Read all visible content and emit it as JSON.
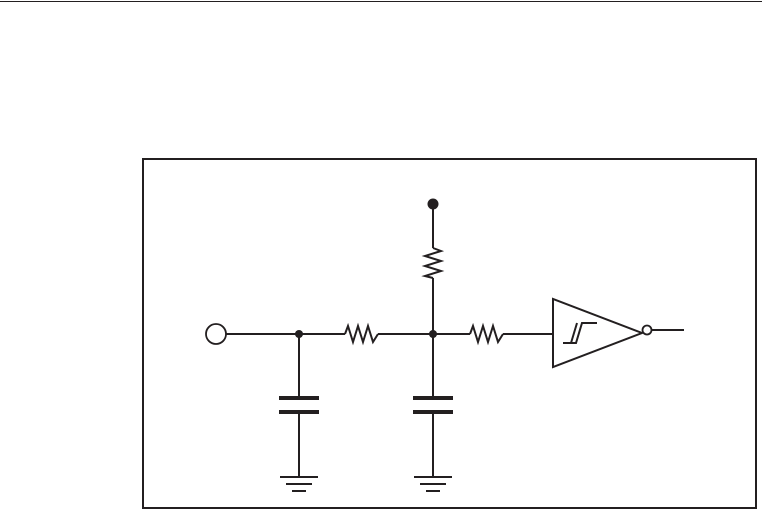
{
  "diagram": {
    "type": "RC filter with pull-up resistor driving Schmitt-trigger inverter",
    "components": [
      "input-terminal",
      "capacitor-left",
      "resistor-series",
      "resistor-pullup",
      "capacitor-right",
      "resistor-gate",
      "schmitt-inverter",
      "ground-left",
      "ground-right"
    ],
    "colors": {
      "ink": "#231f20",
      "background": "#ffffff"
    }
  }
}
